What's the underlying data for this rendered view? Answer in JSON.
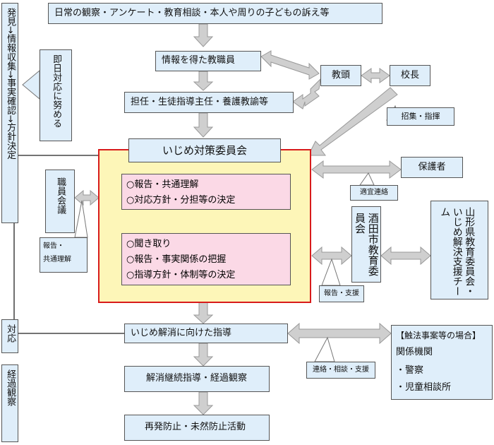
{
  "side": {
    "phase1": "発見→情報収集→事実確認→方針決定",
    "phase2": "対応",
    "phase3": "経過観察",
    "callout": "即日対応に努める"
  },
  "flow": {
    "step1": "日常の観察・アンケート・教育相談・本人や周りの子どもの訴え等",
    "step2": "情報を得た教職員",
    "step3": "担任・生徒指導主任・養護教諭等",
    "step4": "いじめ解消に向けた指導",
    "step5": "解消継続指導・経過観察",
    "step6": "再発防止・未然防止活動"
  },
  "committee": {
    "title": "いじめ対策委員会",
    "group1": [
      "○報告・共通理解",
      "○対応方針・分担等の決定"
    ],
    "group2": [
      "○聞き取り",
      "○報告・事実関係の把握",
      "○指導方針・体制等の決定"
    ]
  },
  "staff_meeting": {
    "name": "職員会議",
    "note_line1": "報告・",
    "note_line2": "共通理解"
  },
  "right": {
    "vice_principal": "教頭",
    "principal": "校長",
    "convene": "招集・指揮",
    "guardian": "保護者",
    "guardian_note": "適宜連絡",
    "sakata_board": "酒田市教育委員会",
    "sakata_note": "報告・支援",
    "yamagata_team": "山形県教育委員会・いじめ解決支援チーム",
    "criminal_header": "【触法事案等の場合】",
    "agencies_title": "関係機関",
    "agency1": "・警察",
    "agency2": "・児童相談所",
    "liaison_note": "連絡・相談・支援"
  }
}
